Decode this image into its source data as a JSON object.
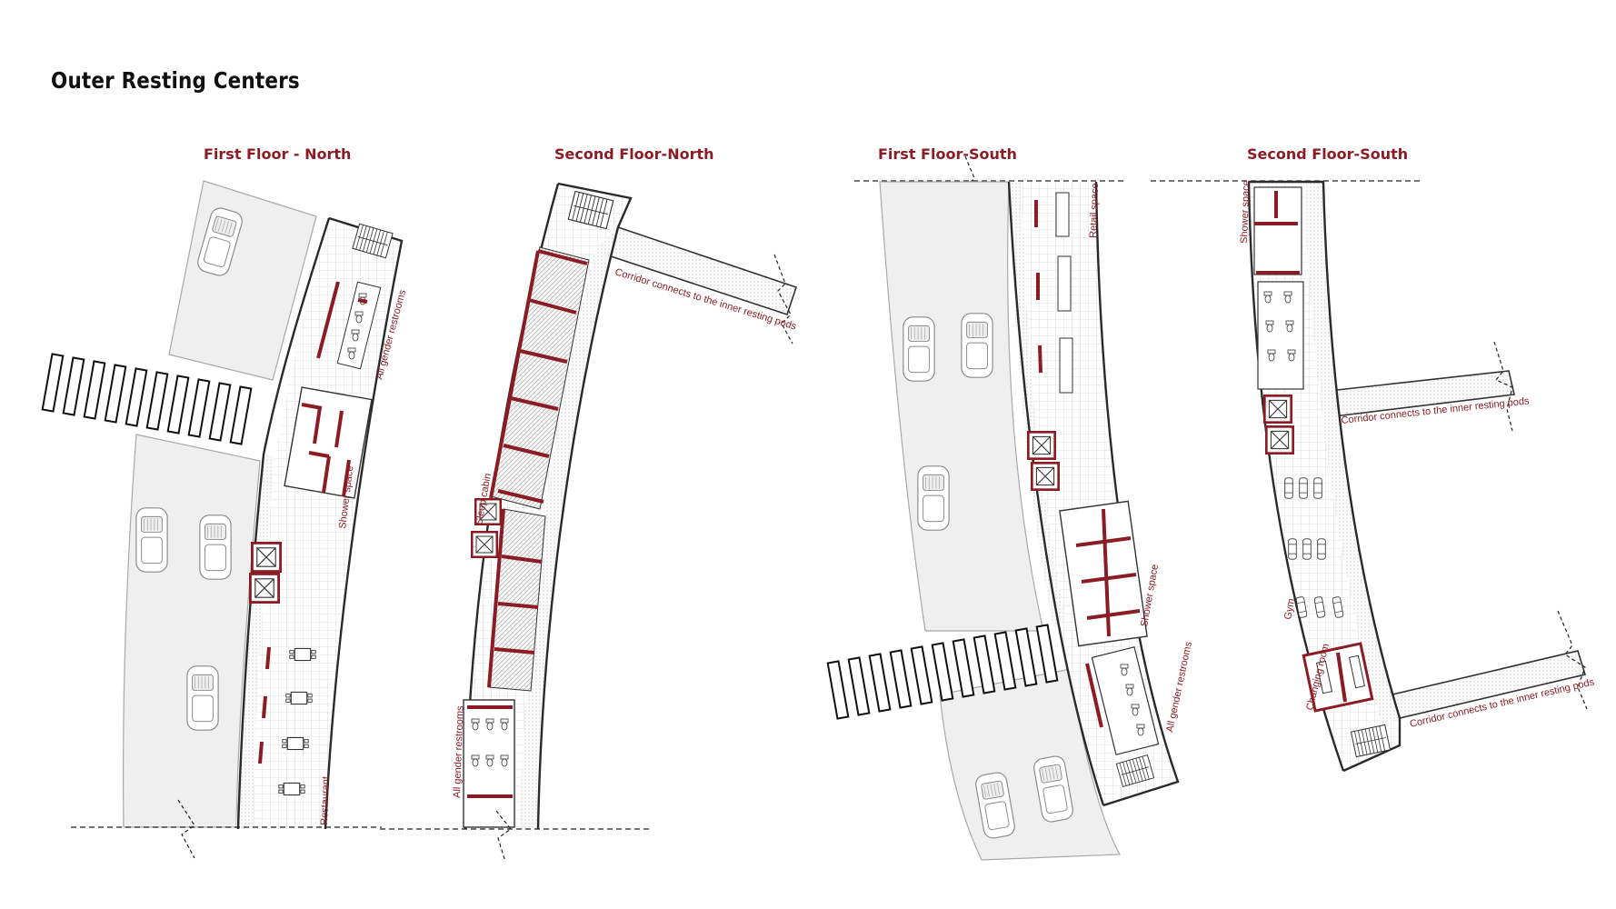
{
  "title": "Outer Resting Centers",
  "floors": [
    {
      "title": "First Floor - North",
      "labels": [
        "All gender restrooms",
        "Shower space",
        "Restaurant"
      ]
    },
    {
      "title": "Second Floor-North",
      "labels": [
        "Corridor connects to the inner resting pods",
        "Sleep cabin",
        "All gender restrooms"
      ]
    },
    {
      "title": "First Floor-South",
      "labels": [
        "Retail space",
        "Shower space",
        "All gender restrooms"
      ]
    },
    {
      "title": "Second Floor-South",
      "labels": [
        "Shower space",
        "Corridor connects to the inner resting pods",
        "Gym",
        "Changing room",
        "Corridor connects to the inner resting pods"
      ]
    }
  ],
  "colors": {
    "accent": "#8c1c24",
    "ink": "#111111",
    "road": "#efefef",
    "grid": "#c8c8c8"
  }
}
